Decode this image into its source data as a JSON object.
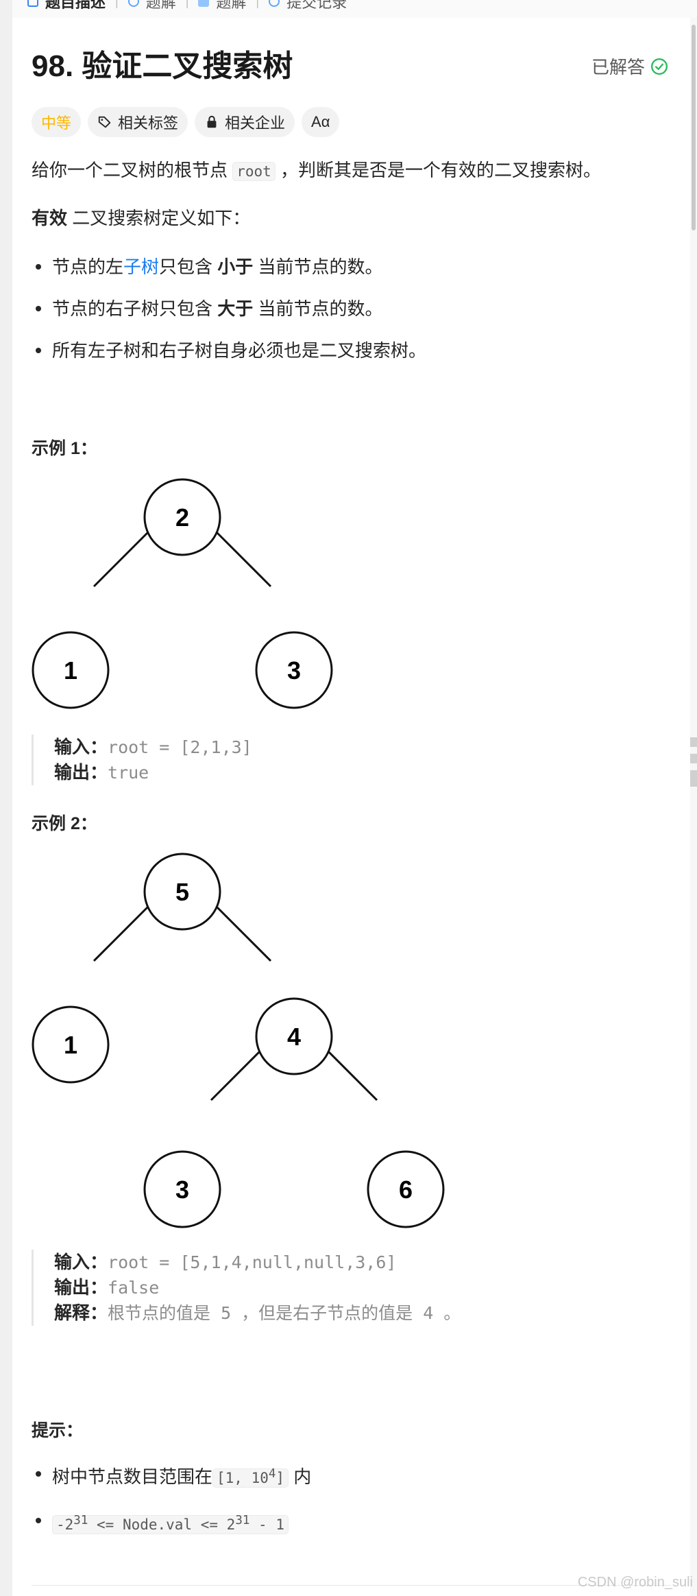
{
  "topbar": {
    "tabs": [
      "题目描述",
      "题解",
      "题解",
      "提交记录"
    ]
  },
  "problem": {
    "title": "98. 验证二叉搜索树",
    "solved_label": "已解答",
    "tags": {
      "difficulty": "中等",
      "related_tags": "相关标签",
      "related_companies": "相关企业",
      "translate": "Aα"
    },
    "desc1_a": "给你一个二叉树的根节点 ",
    "desc1_code": "root",
    "desc1_b": " ，判断其是否是一个有效的二叉搜索树。",
    "valid_bold": "有效",
    "valid_rest": " 二叉搜索树定义如下：",
    "rule1_a": "节点的左",
    "rule1_link": "子树",
    "rule1_b": "只包含 ",
    "rule1_bold": "小于",
    "rule1_c": " 当前节点的数。",
    "rule2_a": "节点的右子树只包含 ",
    "rule2_bold": "大于",
    "rule2_b": " 当前节点的数。",
    "rule3": "所有左子树和右子树自身必须也是二叉搜索树。"
  },
  "example1": {
    "heading": "示例 1：",
    "tree": [
      "2",
      "1",
      "3"
    ],
    "input_label": "输入：",
    "input_value": "root = [2,1,3]",
    "output_label": "输出：",
    "output_value": "true"
  },
  "example2": {
    "heading": "示例 2：",
    "tree": [
      "5",
      "1",
      "4",
      "3",
      "6"
    ],
    "input_label": "输入：",
    "input_value": "root = [5,1,4,null,null,3,6]",
    "output_label": "输出：",
    "output_value": "false",
    "explain_label": "解释：",
    "explain_value": "根节点的值是 5 ，但是右子节点的值是 4 。"
  },
  "hints": {
    "heading": "提示：",
    "h1_a": "树中节点数目范围在",
    "h1_code_a": "[1, 10",
    "h1_sup": "4",
    "h1_code_b": "]",
    "h1_b": " 内",
    "h2_code_a": "-2",
    "h2_sup1": "31",
    "h2_code_b": " <= Node.val <= 2",
    "h2_sup2": "31",
    "h2_code_c": " - 1"
  },
  "watermark": "CSDN @robin_suli"
}
